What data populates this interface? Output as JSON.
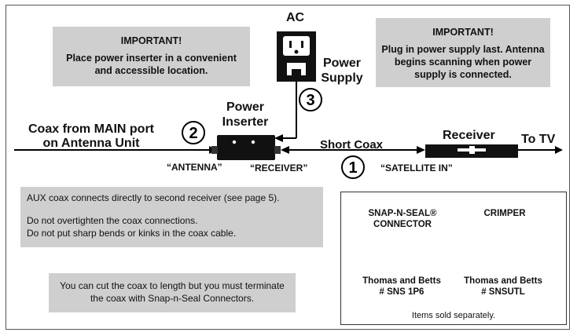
{
  "notes": {
    "left": {
      "heading": "IMPORTANT!",
      "text": "Place power inserter in a convenient and accessible location."
    },
    "right": {
      "heading": "IMPORTANT!",
      "text": "Plug in power supply last. Antenna begins scanning when power supply is connected."
    }
  },
  "labels": {
    "ac": "AC",
    "power_supply": "Power Supply",
    "power_inserter": "Power Inserter",
    "coax_from": "Coax from MAIN port on Antenna Unit",
    "short_coax": "Short Coax",
    "receiver": "Receiver",
    "to_tv": "To TV",
    "antenna_port": "“ANTENNA”",
    "receiver_port": "“RECEIVER”",
    "satellite_in": "“SATELLITE IN”",
    "step1": "1",
    "step2": "2",
    "step3": "3"
  },
  "info": {
    "aux": "AUX coax connects directly to second receiver (see page 5).",
    "overtighten": "Do not overtighten the coax connections.",
    "bends": "Do not put sharp bends or kinks in the coax cable.",
    "cut": "You can cut the coax to length but you must terminate the coax with Snap-n-Seal Connectors."
  },
  "kit": {
    "snap_title": "SNAP-N-SEAL® CONNECTOR",
    "crimper_title": "CRIMPER",
    "snap_vendor": "Thomas and Betts",
    "snap_part": "# SNS 1P6",
    "crimper_vendor": "Thomas and Betts",
    "crimper_part": "# SNSUTL",
    "footer": "Items sold separately."
  }
}
